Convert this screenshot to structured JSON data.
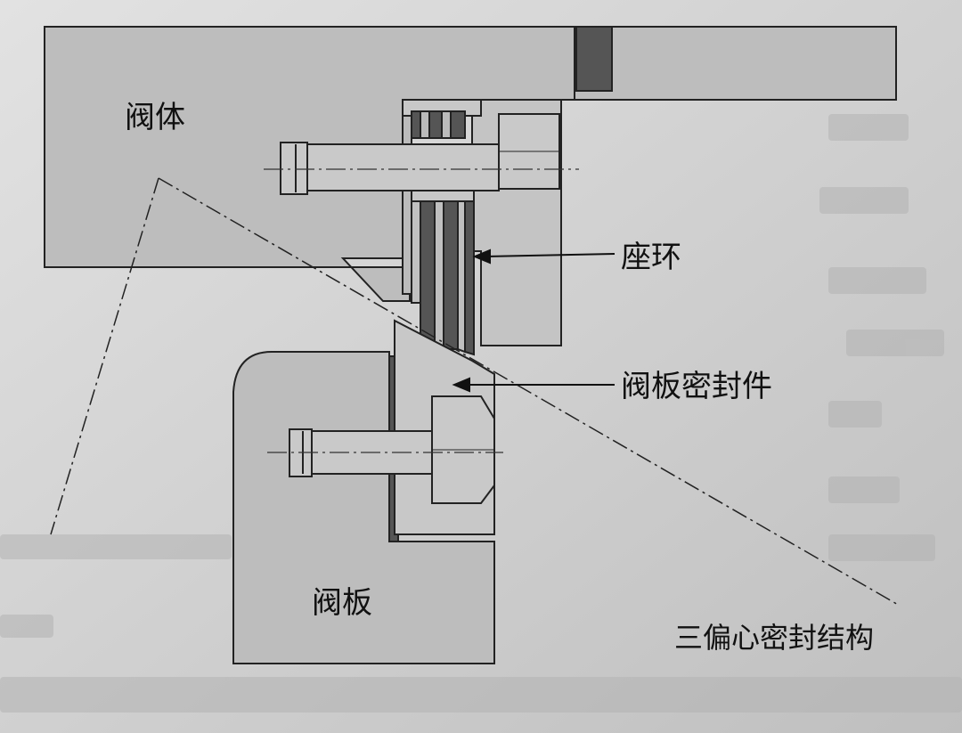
{
  "labels": {
    "valve_body": "阀体",
    "seat_ring": "座环",
    "disc_seal": "阀板密封件",
    "valve_disc": "阀板",
    "structure": "三偏心密封结构"
  },
  "colors": {
    "paper": "#d6d6d6",
    "part_fill": "#bdbdbd",
    "outline": "#222222",
    "dark_gasket": "#555555",
    "ghost_text": "#a9a9a9"
  }
}
